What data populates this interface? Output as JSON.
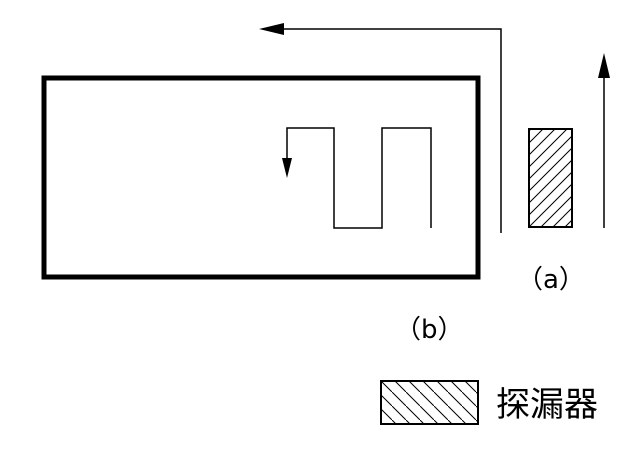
{
  "labels": {
    "part_a": "（a）",
    "part_b": "（b）",
    "legend": "探漏器"
  },
  "colors": {
    "line": "#000000",
    "background": "#ffffff"
  },
  "icons": {
    "hatch_pattern": "diagonal-hatch",
    "arrow": "arrow-head"
  }
}
